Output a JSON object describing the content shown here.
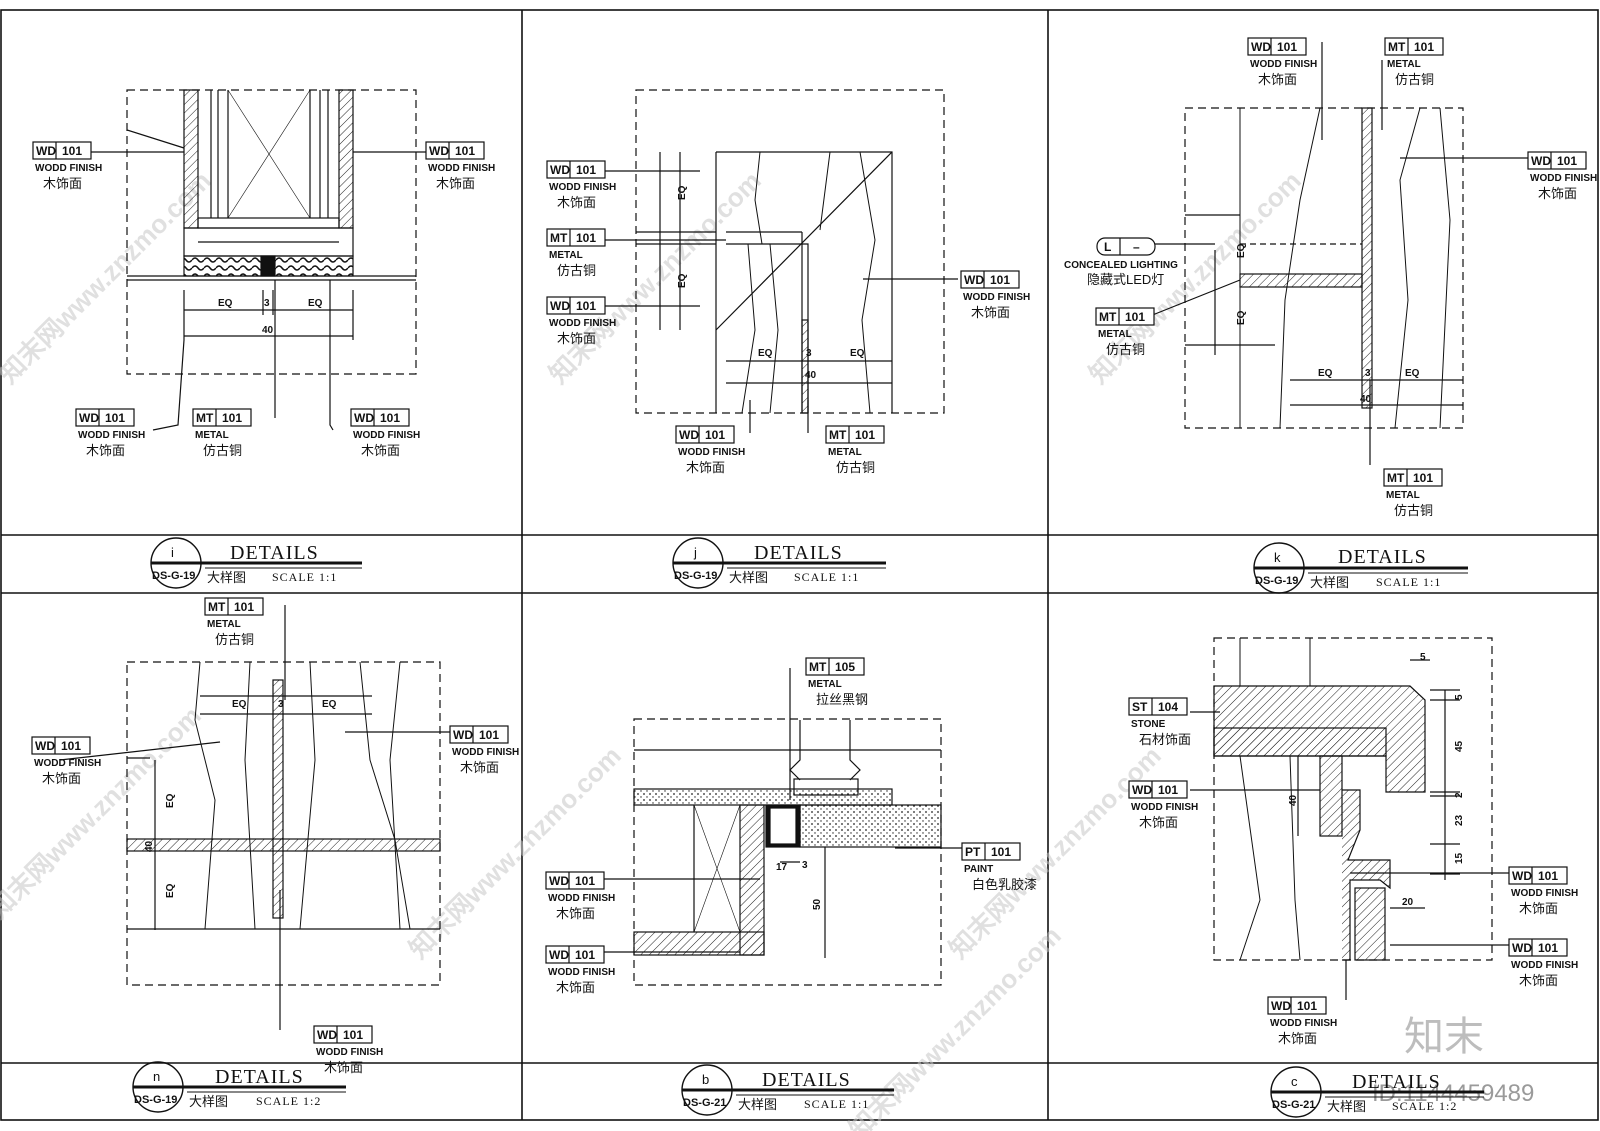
{
  "panels": [
    {
      "marker": "i",
      "sheet": "DS-G-19",
      "title": "DETAILS",
      "title_cn": "大样图",
      "scale": "SCALE 1:1",
      "tags": [
        {
          "code": "WD",
          "num": "101",
          "en": "WODD FINISH",
          "cn": "木饰面"
        },
        {
          "code": "WD",
          "num": "101",
          "en": "WODD FINISH",
          "cn": "木饰面"
        },
        {
          "code": "WD",
          "num": "101",
          "en": "WODD FINISH",
          "cn": "木饰面"
        },
        {
          "code": "MT",
          "num": "101",
          "en": "METAL",
          "cn": "仿古铜"
        },
        {
          "code": "WD",
          "num": "101",
          "en": "WODD FINISH",
          "cn": "木饰面"
        }
      ],
      "dims": [
        "EQ",
        "3",
        "EQ",
        "40"
      ]
    },
    {
      "marker": "j",
      "sheet": "DS-G-19",
      "title": "DETAILS",
      "title_cn": "大样图",
      "scale": "SCALE 1:1",
      "tags": [
        {
          "code": "WD",
          "num": "101",
          "en": "WODD FINISH",
          "cn": "木饰面"
        },
        {
          "code": "MT",
          "num": "101",
          "en": "METAL",
          "cn": "仿古铜"
        },
        {
          "code": "WD",
          "num": "101",
          "en": "WODD FINISH",
          "cn": "木饰面"
        },
        {
          "code": "WD",
          "num": "101",
          "en": "WODD FINISH",
          "cn": "木饰面"
        },
        {
          "code": "WD",
          "num": "101",
          "en": "WODD FINISH",
          "cn": "木饰面"
        },
        {
          "code": "MT",
          "num": "101",
          "en": "METAL",
          "cn": "仿古铜"
        }
      ],
      "dims": [
        "EQ",
        "3",
        "EQ",
        "40",
        "EQ",
        "EQ"
      ]
    },
    {
      "marker": "k",
      "sheet": "DS-G-19",
      "title": "DETAILS",
      "title_cn": "大样图",
      "scale": "SCALE 1:1",
      "tags": [
        {
          "code": "WD",
          "num": "101",
          "en": "WODD FINISH",
          "cn": "木饰面"
        },
        {
          "code": "MT",
          "num": "101",
          "en": "METAL",
          "cn": "仿古铜"
        },
        {
          "code": "WD",
          "num": "101",
          "en": "WODD FINISH",
          "cn": "木饰面"
        },
        {
          "code": "MT",
          "num": "101",
          "en": "METAL",
          "cn": "仿古铜"
        },
        {
          "code": "MT",
          "num": "101",
          "en": "METAL",
          "cn": "仿古铜"
        }
      ],
      "lighting": {
        "code": "L",
        "num": "–",
        "en": "CONCEALED LIGHTING",
        "cn": "隐藏式LED灯"
      },
      "dims": [
        "EQ",
        "3",
        "EQ",
        "40",
        "EQ",
        "EQ"
      ]
    },
    {
      "marker": "n",
      "sheet": "DS-G-19",
      "title": "DETAILS",
      "title_cn": "大样图",
      "scale": "SCALE 1:2",
      "tags": [
        {
          "code": "MT",
          "num": "101",
          "en": "METAL",
          "cn": "仿古铜"
        },
        {
          "code": "WD",
          "num": "101",
          "en": "WODD FINISH",
          "cn": "木饰面"
        },
        {
          "code": "WD",
          "num": "101",
          "en": "WODD FINISH",
          "cn": "木饰面"
        },
        {
          "code": "WD",
          "num": "101",
          "en": "WODD FINISH",
          "cn": "木饰面"
        }
      ],
      "dims": [
        "EQ",
        "3",
        "EQ",
        "EQ",
        "40",
        "EQ"
      ]
    },
    {
      "marker": "b",
      "sheet": "DS-G-21",
      "title": "DETAILS",
      "title_cn": "大样图",
      "scale": "SCALE 1:1",
      "tags": [
        {
          "code": "MT",
          "num": "105",
          "en": "METAL",
          "cn": "拉丝黑钢"
        },
        {
          "code": "PT",
          "num": "101",
          "en": "PAINT",
          "cn": "白色乳胶漆"
        },
        {
          "code": "WD",
          "num": "101",
          "en": "WODD FINISH",
          "cn": "木饰面"
        },
        {
          "code": "WD",
          "num": "101",
          "en": "WODD FINISH",
          "cn": "木饰面"
        }
      ],
      "dims": [
        "17",
        "3",
        "50"
      ]
    },
    {
      "marker": "c",
      "sheet": "DS-G-21",
      "title": "DETAILS",
      "title_cn": "大样图",
      "scale": "SCALE 1:2",
      "tags": [
        {
          "code": "ST",
          "num": "104",
          "en": "STONE",
          "cn": "石材饰面"
        },
        {
          "code": "WD",
          "num": "101",
          "en": "WODD FINISH",
          "cn": "木饰面"
        },
        {
          "code": "WD",
          "num": "101",
          "en": "WODD FINISH",
          "cn": "木饰面"
        },
        {
          "code": "WD",
          "num": "101",
          "en": "WODD FINISH",
          "cn": "木饰面"
        },
        {
          "code": "WD",
          "num": "101",
          "en": "WODD FINISH",
          "cn": "木饰面"
        }
      ],
      "dims": [
        "5",
        "5",
        "45",
        "2",
        "23",
        "15",
        "40",
        "20"
      ]
    }
  ],
  "watermark": {
    "text": "知末网www.znzmo.com",
    "brand": "知末",
    "id": "ID:1144459489"
  }
}
